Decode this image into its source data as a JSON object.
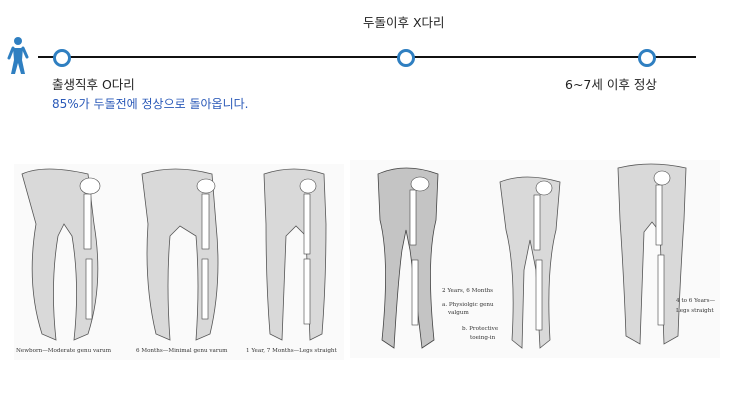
{
  "timeline": {
    "start_label": "출생직후 O다리",
    "start_note": "85%가 두돌전에 정상으로 돌아옵니다.",
    "middle_label": "두돌이후 X다리",
    "end_label": "6~7세 이후 정상",
    "accent_color": "#2f7fc1",
    "note_color": "#2a59b8"
  },
  "figure": {
    "captions": [
      "Newborn—Moderate genu varum",
      "6 Months—Minimal genu varum",
      "1 Year, 7 Months—Legs straight",
      "2 Years, 6 Months",
      "a. Physiolgic genu",
      "valgum",
      "b. Protective",
      "toeing-in",
      "4 to 6 Years—",
      "Legs straight"
    ]
  },
  "icons": {
    "person": "walking-person-icon"
  }
}
